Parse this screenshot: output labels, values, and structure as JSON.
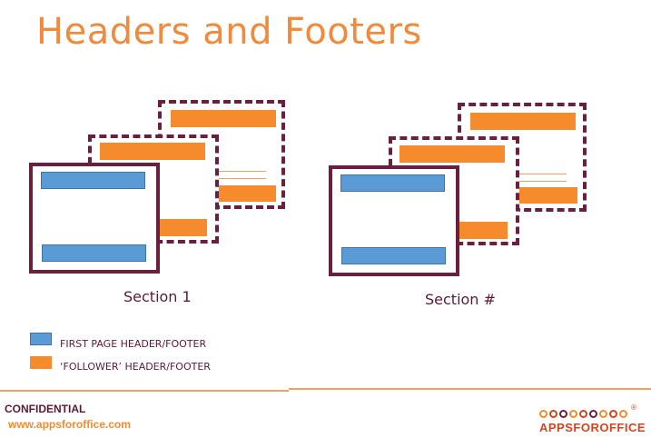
{
  "title": "Headers and Footers",
  "sections": [
    {
      "caption": "Section 1"
    },
    {
      "caption": "Section #"
    }
  ],
  "legend": [
    {
      "label": "FIRST PAGE HEADER/FOOTER",
      "color": "#5b9bd5"
    },
    {
      "label": "‘FOLLOWER’ HEADER/FOOTER",
      "color": "#f58b2c"
    }
  ],
  "footer": {
    "confidential": "CONFIDENTIAL",
    "url": "www.appsforoffice.com",
    "logo_text": "APPSFOROFFICE",
    "logo_mark": "®"
  },
  "colors": {
    "border": "#6b1f3e",
    "follower": "#f58b2c",
    "first_page": "#5b9bd5",
    "title": "#f08a3c"
  }
}
